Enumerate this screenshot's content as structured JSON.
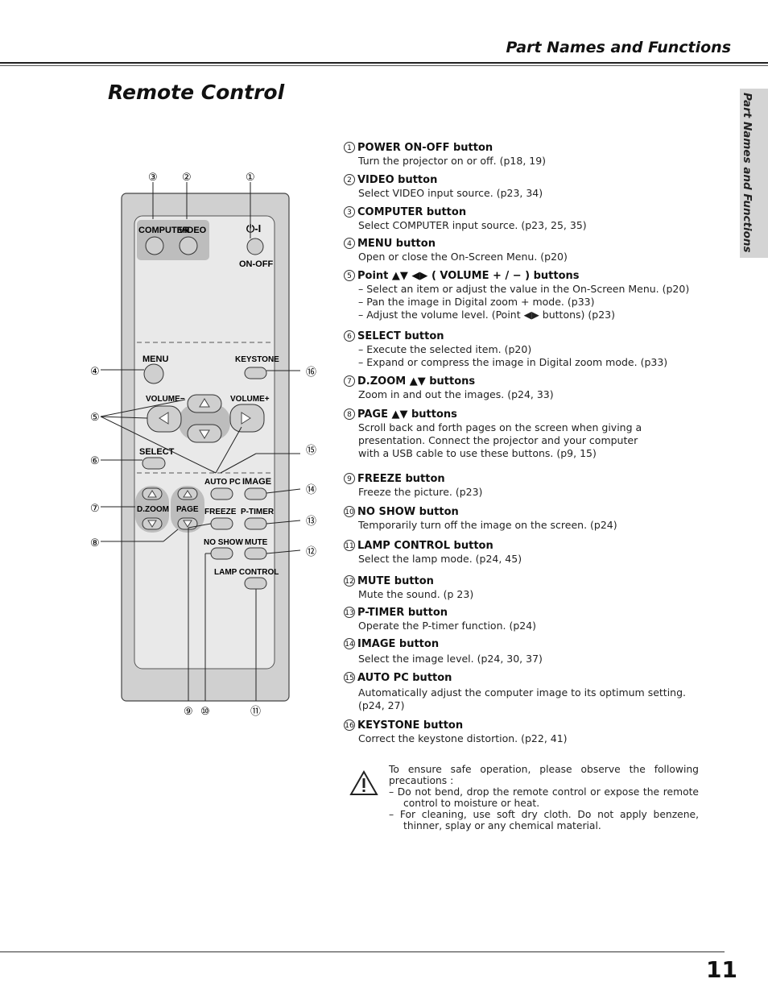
{
  "header": {
    "section_title": "Part Names and Functions"
  },
  "page_heading": "Remote Control",
  "side_tab": "Part Names and Functions",
  "remote": {
    "labels": {
      "computer": "COMPUTER",
      "video": "VIDEO",
      "power_symbol": "⏻-I",
      "on_off": "ON-OFF",
      "menu": "MENU",
      "keystone": "KEYSTONE",
      "volume_minus": "VOLUME−",
      "volume_plus": "VOLUME+",
      "select": "SELECT",
      "auto_pc": "AUTO PC",
      "image": "IMAGE",
      "dzoom": "D.ZOOM",
      "page": "PAGE",
      "freeze": "FREEZE",
      "ptimer": "P-TIMER",
      "no_show": "NO SHOW",
      "mute": "MUTE",
      "lamp_control": "LAMP CONTROL"
    },
    "callouts": [
      "①",
      "②",
      "③",
      "④",
      "⑤",
      "⑥",
      "⑦",
      "⑧",
      "⑨",
      "⑩",
      "⑪",
      "⑫",
      "⑬",
      "⑭",
      "⑮",
      "⑯"
    ]
  },
  "items": [
    {
      "num": "1",
      "title": "POWER ON-OFF button",
      "desc": [
        "Turn the projector on or off.  (p18, 19)"
      ]
    },
    {
      "num": "2",
      "title": "VIDEO button",
      "desc": [
        "Select VIDEO input source.  (p23, 34)"
      ]
    },
    {
      "num": "3",
      "title": "COMPUTER button",
      "desc": [
        "Select COMPUTER input source.  (p23, 25, 35)"
      ]
    },
    {
      "num": "4",
      "title": "MENU button",
      "desc": [
        "Open or close the On-Screen Menu.  (p20)"
      ]
    },
    {
      "num": "5",
      "title": "Point ▲▼ ◀▶ ( VOLUME + / − ) buttons",
      "desc": [
        "– Select an item or adjust the value in the On-Screen Menu.  (p20)",
        "– Pan the image in Digital zoom + mode.  (p33)",
        "– Adjust the volume level. (Point ◀▶ buttons)  (p23)"
      ]
    },
    {
      "num": "6",
      "title": "SELECT button",
      "desc": [
        "–  Execute the selected item.  (p20)",
        "–  Expand or compress the image in Digital zoom mode.  (p33)"
      ]
    },
    {
      "num": "7",
      "title": "D.ZOOM ▲▼ buttons",
      "desc": [
        "Zoom in and out the images.  (p24, 33)"
      ]
    },
    {
      "num": "8",
      "title": "PAGE ▲▼ buttons",
      "desc": [
        "Scroll back and forth pages on the screen when giving a",
        "presentation.  Connect the projector and your computer",
        "with a USB cable to use these buttons.  (p9, 15)"
      ]
    },
    {
      "num": "9",
      "title": "FREEZE button",
      "desc": [
        "Freeze the picture.  (p23)"
      ]
    },
    {
      "num": "10",
      "title": "NO SHOW button",
      "desc": [
        "Temporarily turn off the image on the screen.  (p24)"
      ]
    },
    {
      "num": "11",
      "title": "LAMP CONTROL button",
      "desc": [
        "Select the lamp mode.  (p24, 45)"
      ]
    },
    {
      "num": "12",
      "title": "MUTE button",
      "desc": [
        "Mute the sound.  (p 23)"
      ]
    },
    {
      "num": "13",
      "title": "P-TIMER button",
      "desc": [
        "Operate the P-timer function.  (p24)"
      ]
    },
    {
      "num": "14",
      "title": "IMAGE button",
      "desc": [
        "Select the image level.  (p24, 30, 37)"
      ]
    },
    {
      "num": "15",
      "title": "AUTO PC button",
      "desc": [
        "Automatically adjust the computer image to its optimum setting.",
        "(p24, 27)"
      ]
    },
    {
      "num": "16",
      "title": "KEYSTONE button",
      "desc": [
        "Correct the keystone distortion.  (p22, 41)"
      ]
    }
  ],
  "caution": {
    "intro": "To ensure safe operation, please observe the following precautions :",
    "bullets": [
      "–  Do not bend, drop the remote control or expose the remote control to moisture or heat.",
      "–  For cleaning, use soft dry cloth.  Do not apply benzene, thinner, splay or any chemical material."
    ]
  },
  "page_number": "11"
}
